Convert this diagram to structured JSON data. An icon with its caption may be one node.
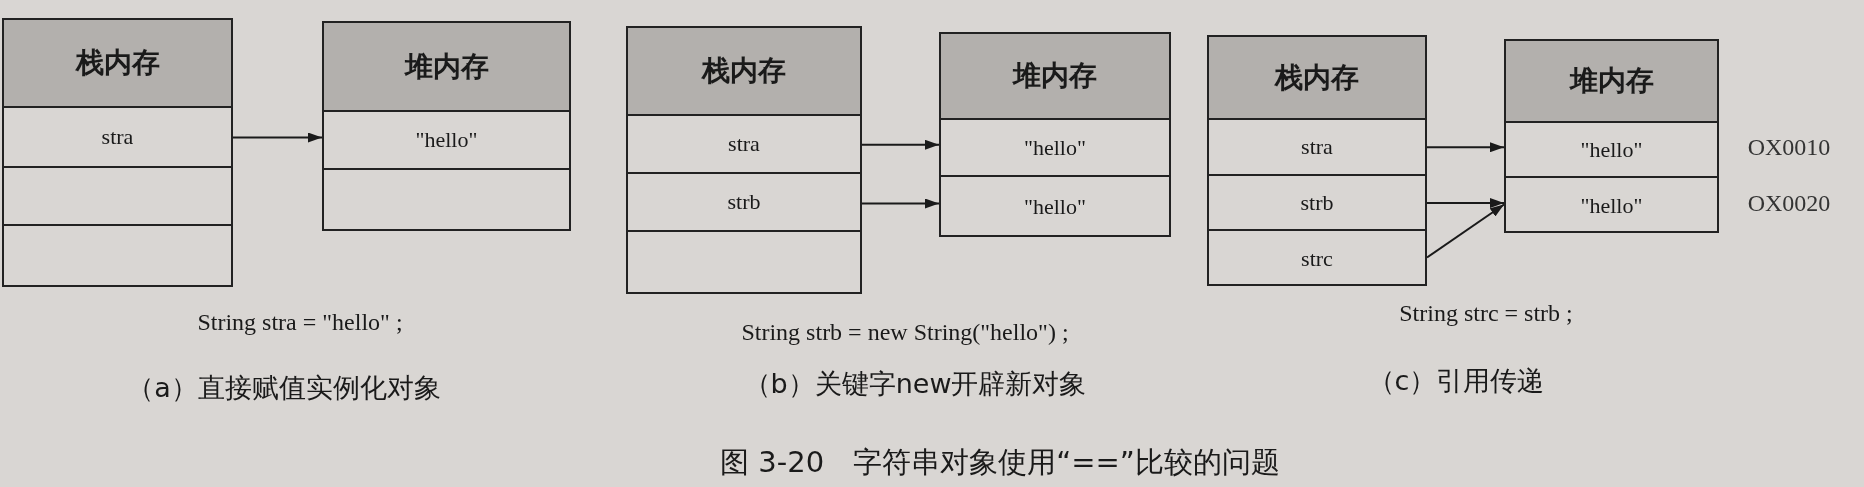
{
  "diagram": {
    "caption": "图 3-20　字符串对象使用“==”比较的问题",
    "nodes": [
      {
        "text": [
          "栈内存"
        ]
      },
      {
        "text": [
          "stra"
        ],
        "in": 0
      },
      {
        "text": [],
        "shape": "box",
        "in": 0
      },
      {
        "text": [],
        "shape": "box",
        "in": 0
      },
      {
        "text": [
          "堆内存"
        ]
      },
      {
        "text": [
          "\"hello\""
        ],
        "in": 4
      },
      {
        "text": [],
        "shape": "box",
        "in": 4
      },
      {
        "text": [
          "栈内存"
        ]
      },
      {
        "text": [
          "stra"
        ],
        "in": 7
      },
      {
        "text": [
          "strb"
        ],
        "in": 7
      },
      {
        "text": [],
        "shape": "box",
        "in": 7
      },
      {
        "text": [
          "堆内存"
        ]
      },
      {
        "text": [
          "\"hello\""
        ],
        "in": 11
      },
      {
        "text": [
          "\"hello\""
        ],
        "in": 11
      },
      {
        "text": [
          "栈内存"
        ]
      },
      {
        "text": [
          "stra"
        ],
        "in": 14
      },
      {
        "text": [
          "strb"
        ],
        "in": 14
      },
      {
        "text": [
          "strc"
        ],
        "in": 14
      },
      {
        "text": [
          "堆内存"
        ]
      },
      {
        "text": [
          "\"hello\""
        ],
        "in": 18,
        "beside": [
          "OX0010"
        ]
      },
      {
        "text": [
          "\"hello\""
        ],
        "in": 18,
        "beside": [
          "OX0020"
        ]
      }
    ],
    "edges": [
      {
        "from": 1,
        "to": 5,
        "arrow": "to"
      },
      {
        "from": 8,
        "to": 12,
        "arrow": "to"
      },
      {
        "from": 9,
        "to": 13,
        "arrow": "to"
      },
      {
        "from": 15,
        "to": 19,
        "arrow": "to"
      },
      {
        "from": 16,
        "to": 20,
        "arrow": "to"
      },
      {
        "from": 17,
        "to": 20,
        "arrow": "to"
      }
    ],
    "labels": [
      "String stra = \"hello\" ;",
      "（a）直接赋值实例化对象",
      "String strb = new String(\"hello\") ;",
      "（b）关键字new开辟新对象",
      "String strc = strb ;",
      "（c）引用传递"
    ]
  }
}
